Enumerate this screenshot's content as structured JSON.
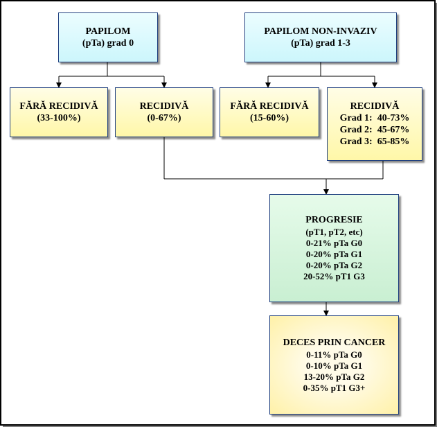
{
  "nodes": {
    "papilom": {
      "lines": [
        "PAPILOM",
        "(pTa) grad 0"
      ]
    },
    "papilom_non_invaziv": {
      "lines": [
        "PAPILOM NON-INVAZIV",
        "(pTa) grad 1-3"
      ]
    },
    "fara_recidiva_1": {
      "lines": [
        "FĂRĂ RECIDIVĂ",
        "(33-100%)"
      ]
    },
    "recidiva_1": {
      "lines": [
        "RECIDIVĂ",
        "(0-67%)"
      ]
    },
    "fara_recidiva_2": {
      "lines": [
        "FĂRĂ RECIDIVĂ",
        "(15-60%)"
      ]
    },
    "recidiva_2": {
      "lines": [
        "RECIDIVĂ",
        "Grad 1:  40-73%",
        "Grad 2:  45-67%",
        "Grad 3:  65-85%"
      ]
    },
    "progresie": {
      "lines": [
        "PROGRESIE",
        "(pT1, pT2, etc)",
        "0-21% pTa G0",
        "0-20% pTa G1",
        "0-20% pTa G2",
        "20-52% pT1 G3"
      ]
    },
    "deces": {
      "lines": [
        "DECES PRIN CANCER",
        "0-11% pTa G0",
        "0-10% pTa G1",
        "13-20% pTa G2",
        "0-35% pT1 G3+"
      ]
    }
  }
}
